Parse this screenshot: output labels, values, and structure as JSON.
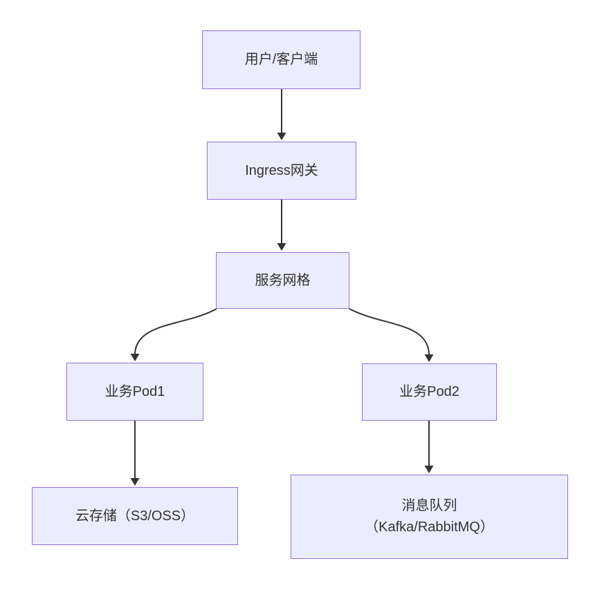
{
  "diagram": {
    "type": "flowchart",
    "direction": "top-down",
    "colors": {
      "node_fill": "#ECECFF",
      "node_border": "#9370DB",
      "edge": "#333333",
      "text": "#333333",
      "background": "#FFFFFF",
      "dot": "#ECECEC"
    },
    "nodes": [
      {
        "id": "user",
        "label": "用户/客户端"
      },
      {
        "id": "ingress",
        "label": "Ingress网关"
      },
      {
        "id": "mesh",
        "label": "服务网格"
      },
      {
        "id": "pod1",
        "label": "业务Pod1"
      },
      {
        "id": "pod2",
        "label": "业务Pod2"
      },
      {
        "id": "storage",
        "label": "云存储（S3/OSS）"
      },
      {
        "id": "queue",
        "label_line1": "消息队列",
        "label_line2": "（Kafka/RabbitMQ）"
      }
    ],
    "edges": [
      {
        "from": "user",
        "to": "ingress"
      },
      {
        "from": "ingress",
        "to": "mesh"
      },
      {
        "from": "mesh",
        "to": "pod1"
      },
      {
        "from": "mesh",
        "to": "pod2"
      },
      {
        "from": "pod1",
        "to": "storage"
      },
      {
        "from": "pod2",
        "to": "queue"
      }
    ]
  }
}
